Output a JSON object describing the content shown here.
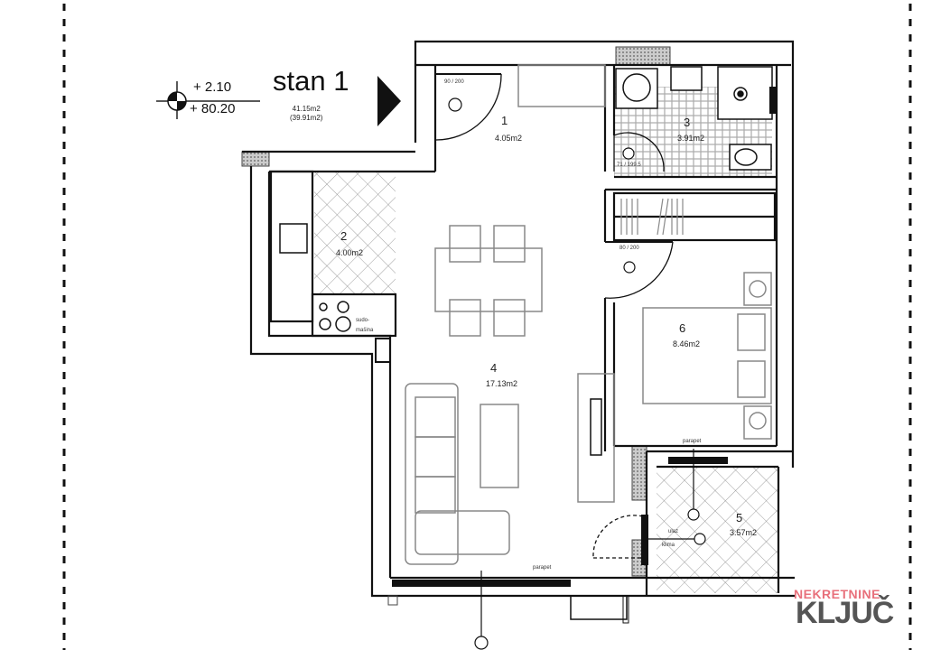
{
  "header": {
    "title": "stan 1",
    "total_area": "41.15m2",
    "net_area": "(39.91m2)",
    "elevation_top": "+  2.10",
    "elevation_bottom": "+ 80.20"
  },
  "rooms": [
    {
      "num": "1",
      "area": "4.05m2"
    },
    {
      "num": "2",
      "area": "4.00m2"
    },
    {
      "num": "3",
      "area": "3.91m2"
    },
    {
      "num": "4",
      "area": "17.13m2"
    },
    {
      "num": "5",
      "area": "3.57m2"
    },
    {
      "num": "6",
      "area": "8.46m2"
    }
  ],
  "doors": {
    "entrance": "90 / 200",
    "bathroom": "71 / 199.5",
    "bedroom": "80 / 200"
  },
  "annotations": {
    "kitchen_appliance": "sudo-",
    "kitchen_appliance2": "mašina",
    "parapet_living": "parapet",
    "parapet_bedroom": "parapet",
    "balcony_note": "ulaz",
    "balcony_note2": "klima"
  },
  "logo": {
    "top": "NEKRETNINE",
    "main": "KLJUČ",
    "top_color": "#e8707b",
    "main_color": "#555555"
  },
  "colors": {
    "wall": "#111111",
    "furniture": "#888888",
    "hatch": "#777777"
  }
}
